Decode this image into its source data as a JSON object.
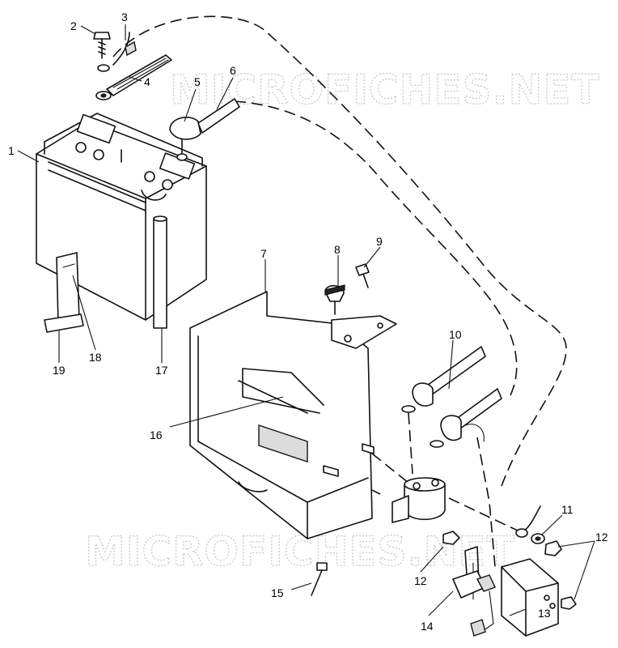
{
  "watermark": {
    "text": "MICROFICHES.NET"
  },
  "callouts": {
    "c1": "1",
    "c2": "2",
    "c3": "3",
    "c4": "4",
    "c5": "5",
    "c6": "6",
    "c7": "7",
    "c8": "8",
    "c9": "9",
    "c10": "10",
    "c11": "11",
    "c12a": "12",
    "c12b": "12",
    "c13": "13",
    "c14": "14",
    "c15": "15",
    "c16": "16",
    "c17": "17",
    "c18": "18",
    "c19": "19"
  }
}
